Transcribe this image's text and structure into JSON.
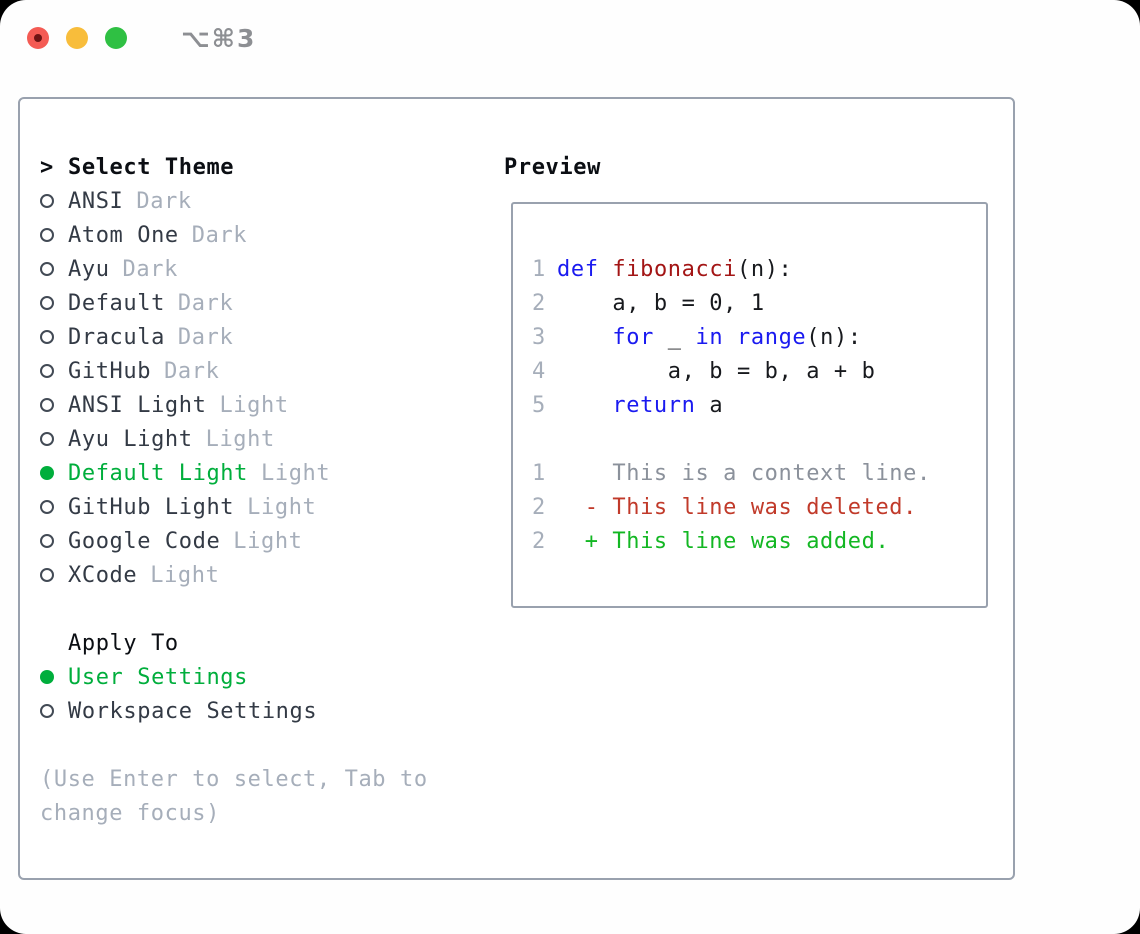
{
  "colors": {
    "kw": "#1a1af0",
    "fn": "#a31515",
    "txt": "#17191d",
    "num": "#a6aeba",
    "ctx": "#8b919b",
    "del": "#c13a2a",
    "add": "#13b723",
    "sel-green": "#00ae3c",
    "muted": "#a6aeba",
    "item": "#333a45",
    "border": "#99a1ae",
    "tl-red": "#f45b54",
    "tl-red-dot": "#6d1414",
    "tl-yellow": "#f8bd3b",
    "tl-green": "#2fc043"
  },
  "titlebar": {
    "shortcut": "⌥⌘3"
  },
  "sidebar": {
    "title_prefix": ">",
    "title": "Select Theme",
    "themes": [
      {
        "name": "ANSI",
        "tag": "Dark",
        "selected": false
      },
      {
        "name": "Atom One",
        "tag": "Dark",
        "selected": false
      },
      {
        "name": "Ayu",
        "tag": "Dark",
        "selected": false
      },
      {
        "name": "Default",
        "tag": "Dark",
        "selected": false
      },
      {
        "name": "Dracula",
        "tag": "Dark",
        "selected": false
      },
      {
        "name": "GitHub",
        "tag": "Dark",
        "selected": false
      },
      {
        "name": "ANSI Light",
        "tag": "Light",
        "selected": false
      },
      {
        "name": "Ayu Light",
        "tag": "Light",
        "selected": false
      },
      {
        "name": "Default Light",
        "tag": "Light",
        "selected": true
      },
      {
        "name": "GitHub Light",
        "tag": "Light",
        "selected": false
      },
      {
        "name": "Google Code",
        "tag": "Light",
        "selected": false
      },
      {
        "name": "XCode",
        "tag": "Light",
        "selected": false
      }
    ],
    "apply_to": {
      "title": "Apply To",
      "options": [
        {
          "name": "User Settings",
          "selected": true
        },
        {
          "name": "Workspace Settings",
          "selected": false
        }
      ]
    },
    "hint_lines": [
      "(Use Enter to select, Tab to",
      "change focus)"
    ]
  },
  "preview": {
    "title": "Preview",
    "lines": [
      {
        "num": "1",
        "runs": [
          {
            "t": "def",
            "c": "kw"
          },
          {
            "t": " ",
            "c": "txt"
          },
          {
            "t": "fibonacci",
            "c": "fn"
          },
          {
            "t": "(n):",
            "c": "txt"
          }
        ]
      },
      {
        "num": "2",
        "runs": [
          {
            "t": "    a, b = 0, 1",
            "c": "txt"
          }
        ]
      },
      {
        "num": "3",
        "runs": [
          {
            "t": "    ",
            "c": "txt"
          },
          {
            "t": "for",
            "c": "kw"
          },
          {
            "t": " _ ",
            "c": "txt"
          },
          {
            "t": "in",
            "c": "kw"
          },
          {
            "t": " ",
            "c": "txt"
          },
          {
            "t": "range",
            "c": "kw"
          },
          {
            "t": "(n):",
            "c": "txt"
          }
        ]
      },
      {
        "num": "4",
        "runs": [
          {
            "t": "        a, b = b, a + b",
            "c": "txt"
          }
        ]
      },
      {
        "num": "5",
        "runs": [
          {
            "t": "    ",
            "c": "txt"
          },
          {
            "t": "return",
            "c": "kw"
          },
          {
            "t": " a",
            "c": "txt"
          }
        ]
      },
      {
        "num": "",
        "runs": []
      },
      {
        "num": "1",
        "runs": [
          {
            "t": "    This is a context line.",
            "c": "ctx"
          }
        ]
      },
      {
        "num": "2",
        "runs": [
          {
            "t": "  - This line was deleted.",
            "c": "del"
          }
        ]
      },
      {
        "num": "2",
        "runs": [
          {
            "t": "  + This line was added.",
            "c": "add"
          }
        ]
      }
    ]
  }
}
